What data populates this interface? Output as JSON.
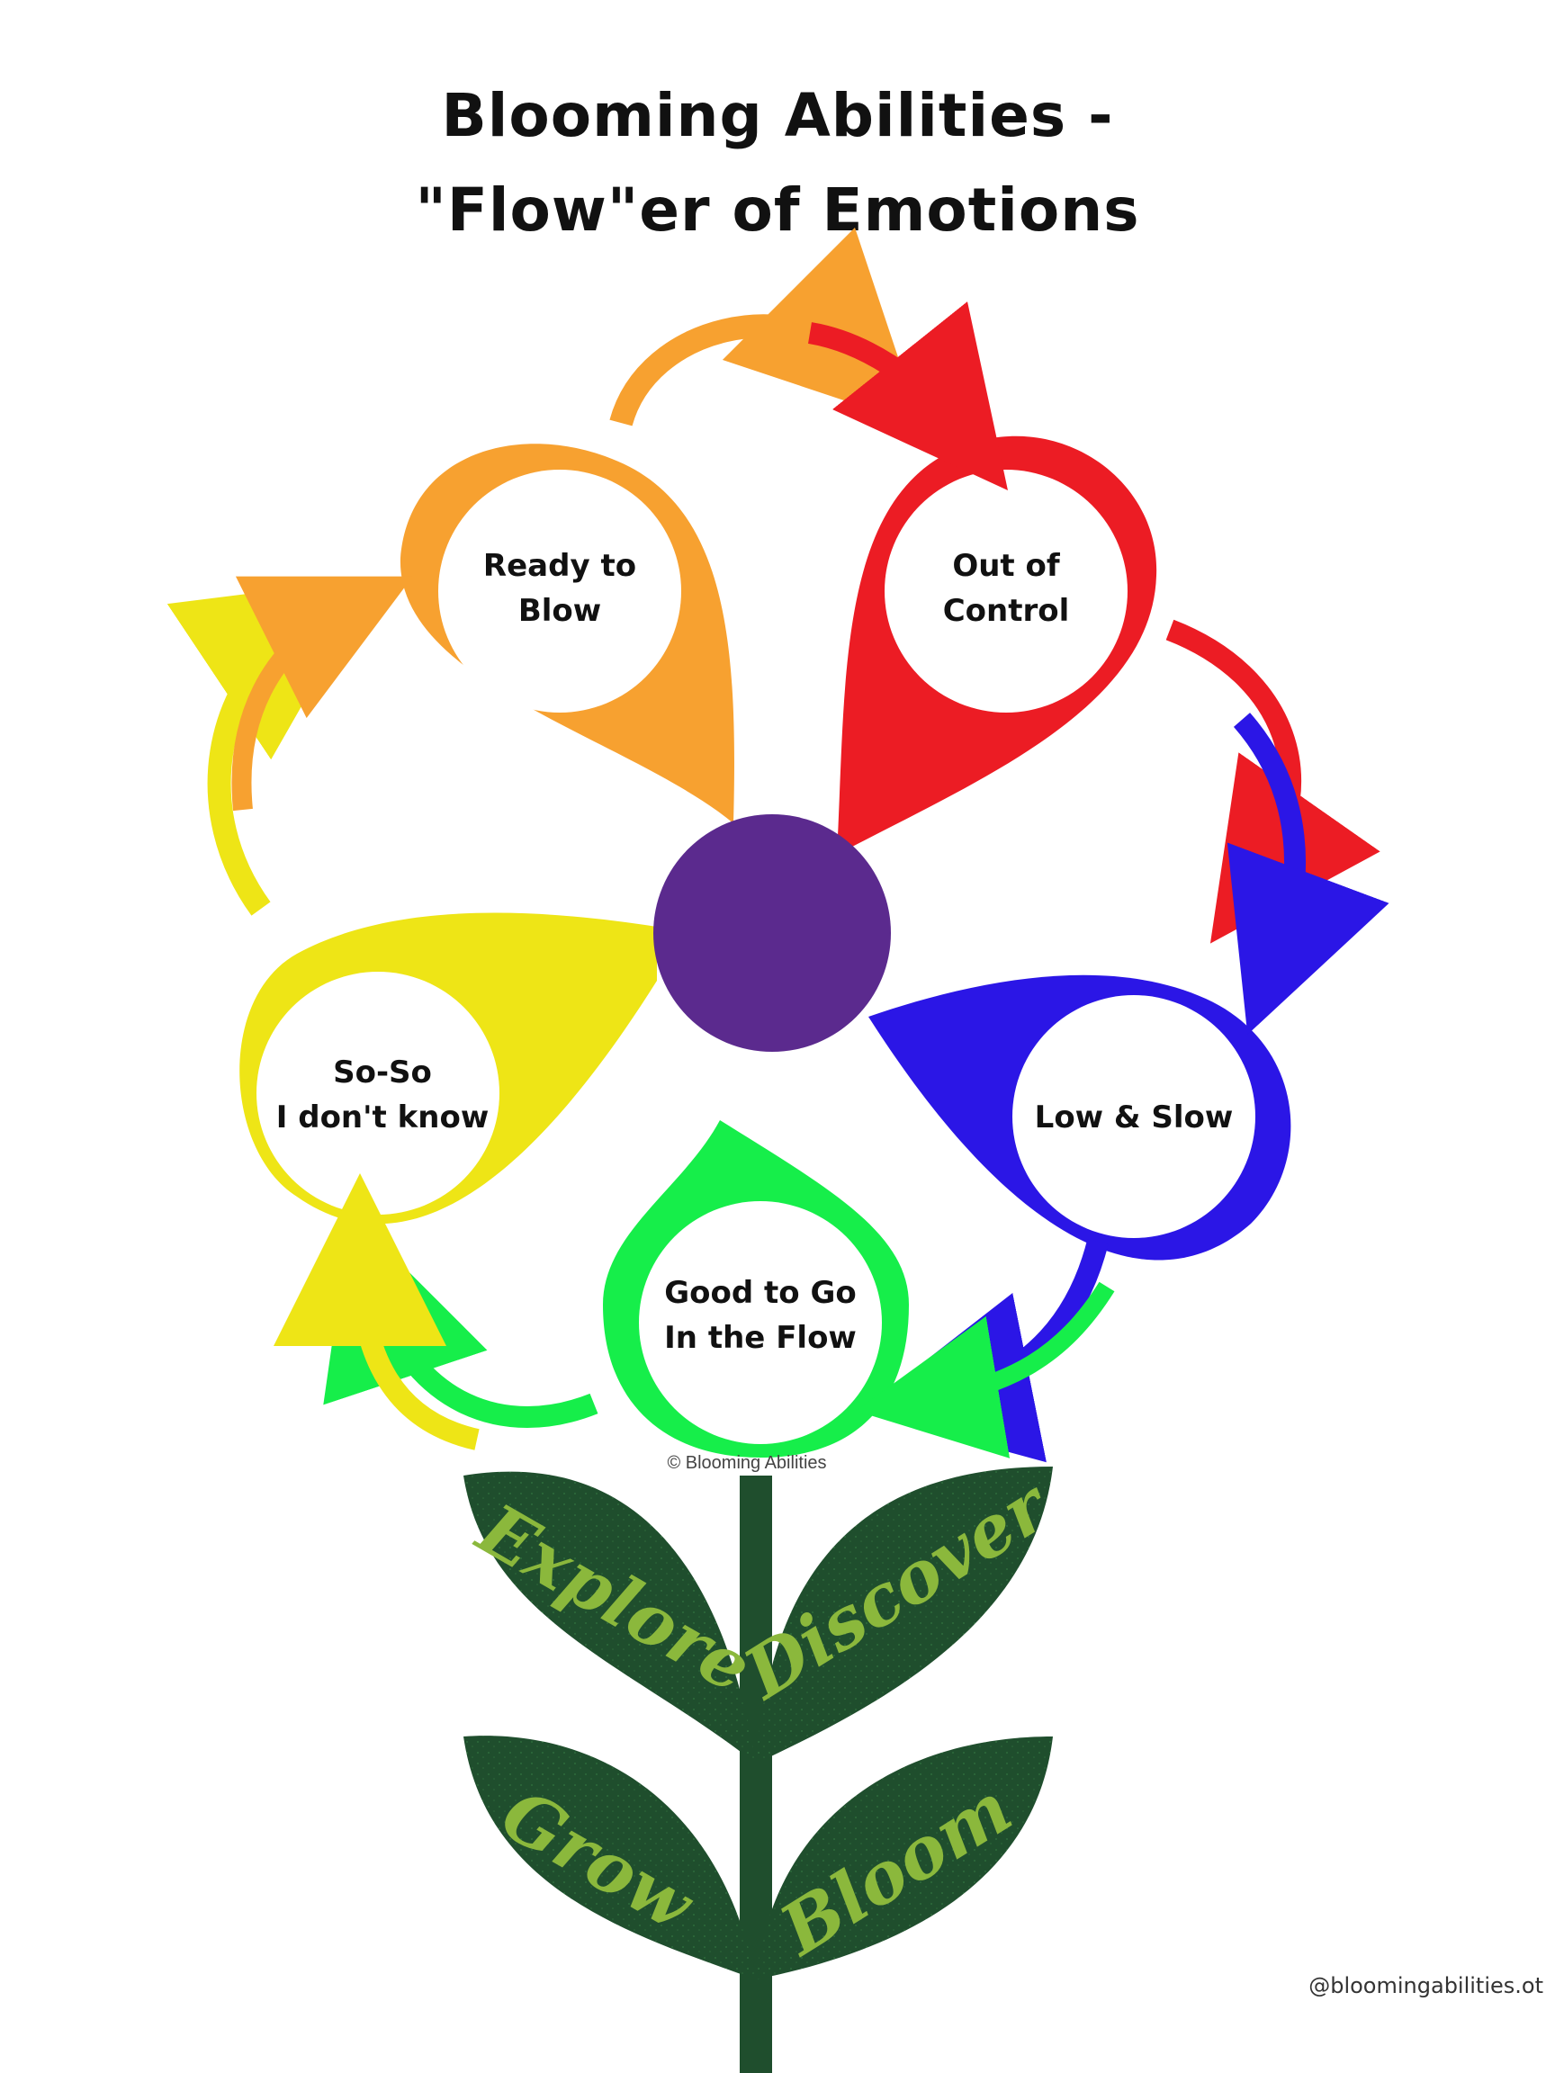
{
  "title": {
    "line1": "Blooming Abilities -",
    "line2": "\"Flow\"er of Emotions"
  },
  "petals": {
    "ready": {
      "line1": "Ready to",
      "line2": "Blow",
      "color": "#F7A130"
    },
    "out_of_control": {
      "line1": "Out of",
      "line2": "Control",
      "color": "#EC1C24"
    },
    "low_slow": {
      "line1": "Low & Slow",
      "color": "#2B16E6"
    },
    "good": {
      "line1": "Good to Go",
      "line2": "In the Flow",
      "color": "#16EE4A"
    },
    "soso": {
      "line1": "So-So",
      "line2": "I don't know",
      "color": "#EEE516"
    }
  },
  "center_color": "#5B2A8E",
  "copyright": "© Blooming Abilities",
  "leaves": {
    "explore": "Explore",
    "discover": "Discover",
    "grow": "Grow",
    "bloom": "Bloom",
    "leaf_color": "#1F4E2D",
    "text_color": "#8BB83C"
  },
  "handle": "@bloomingabilities.ot"
}
